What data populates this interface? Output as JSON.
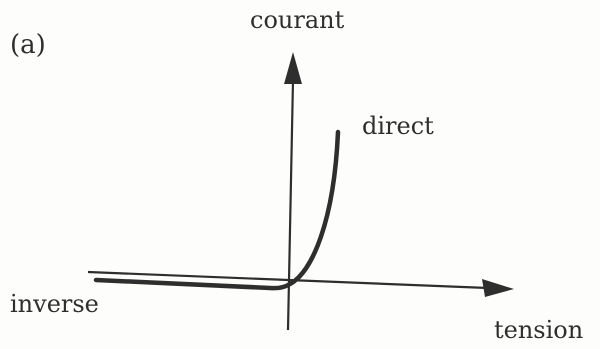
{
  "panel_label": "(a)",
  "axes": {
    "y_label": "courant",
    "x_label": "tension"
  },
  "curve_labels": {
    "forward": "direct",
    "reverse": "inverse"
  },
  "colors": {
    "ink": "#2e2e2e",
    "paper": "#fdfdfb"
  }
}
